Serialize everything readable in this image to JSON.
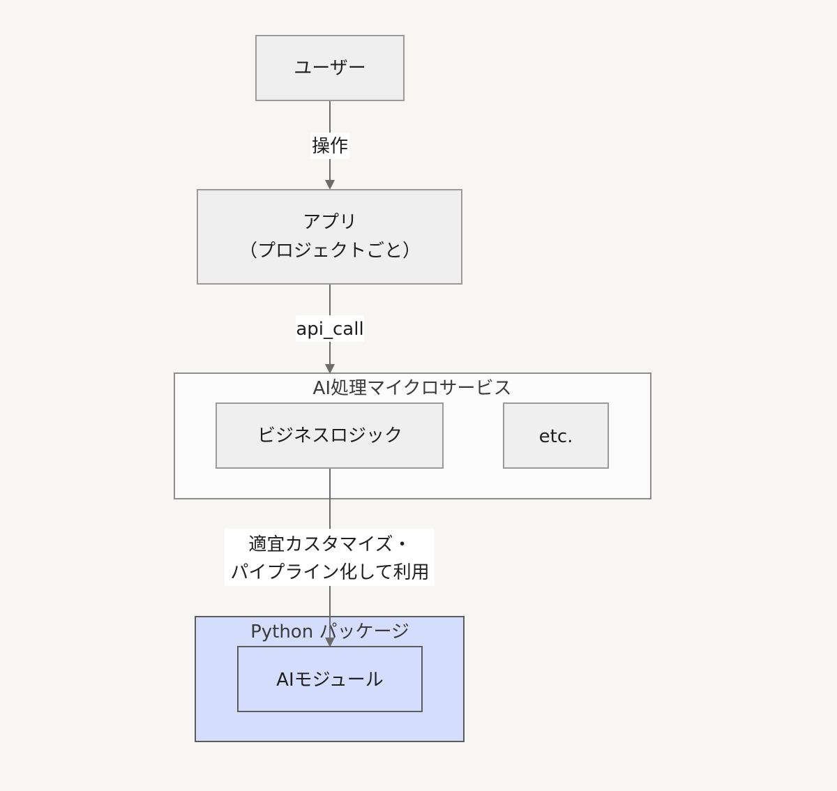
{
  "diagram": {
    "nodes": {
      "user": {
        "label": "ユーザー"
      },
      "app": {
        "label_line1": "アプリ",
        "label_line2": "（プロジェクトごと）"
      },
      "business_logic": {
        "label": "ビジネスロジック"
      },
      "etc": {
        "label": "etc."
      },
      "ai_module": {
        "label": "AIモジュール"
      }
    },
    "clusters": {
      "ai_service": {
        "label": "AI処理マイクロサービス"
      },
      "python_package": {
        "label": "Python パッケージ"
      }
    },
    "edges": {
      "user_to_app": {
        "label": "操作"
      },
      "app_to_service": {
        "label": "api_call"
      },
      "logic_to_module": {
        "label_line1": "適宜カスタマイズ・",
        "label_line2": "パイプライン化して利用"
      }
    },
    "colors": {
      "node_fill": "#efefef",
      "node_stroke": "#9a9a9a",
      "cluster_fill": "#fbfbfb",
      "cluster_stroke": "#8c8c8c",
      "package_fill": "#d4defc",
      "package_stroke": "#5c5c5c",
      "edge": "#6b6b6b",
      "background": "#f7f6f2"
    }
  }
}
